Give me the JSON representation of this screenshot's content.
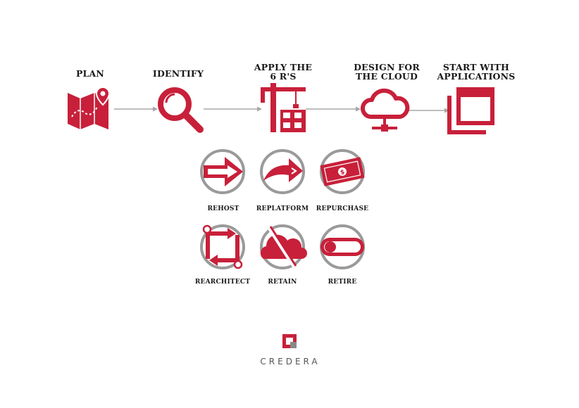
{
  "colors": {
    "accent": "#c8203a",
    "ring": "#9a9a9a",
    "arrow": "#a7a7a7",
    "text": "#1a1a1a"
  },
  "steps": [
    {
      "label": "PLAN",
      "icon": "map-pin-icon"
    },
    {
      "label": "IDENTIFY",
      "icon": "magnifier-icon"
    },
    {
      "label": "APPLY THE\n6 R'S",
      "icon": "crane-building-icon"
    },
    {
      "label": "DESIGN FOR\nTHE CLOUD",
      "icon": "cloud-network-icon"
    },
    {
      "label": "START WITH\nAPPLICATIONS",
      "icon": "app-window-icon"
    }
  ],
  "six_rs": [
    {
      "label": "REHOST",
      "icon": "arrow-right-icon"
    },
    {
      "label": "REPLATFORM",
      "icon": "curved-arrow-icon"
    },
    {
      "label": "REPURCHASE",
      "icon": "dollar-bill-icon"
    },
    {
      "label": "REARCHITECT",
      "icon": "cycle-arrows-icon"
    },
    {
      "label": "RETAIN",
      "icon": "cloud-slash-icon"
    },
    {
      "label": "RETIRE",
      "icon": "toggle-off-icon"
    }
  ],
  "logo": {
    "text": "CREDERA"
  }
}
